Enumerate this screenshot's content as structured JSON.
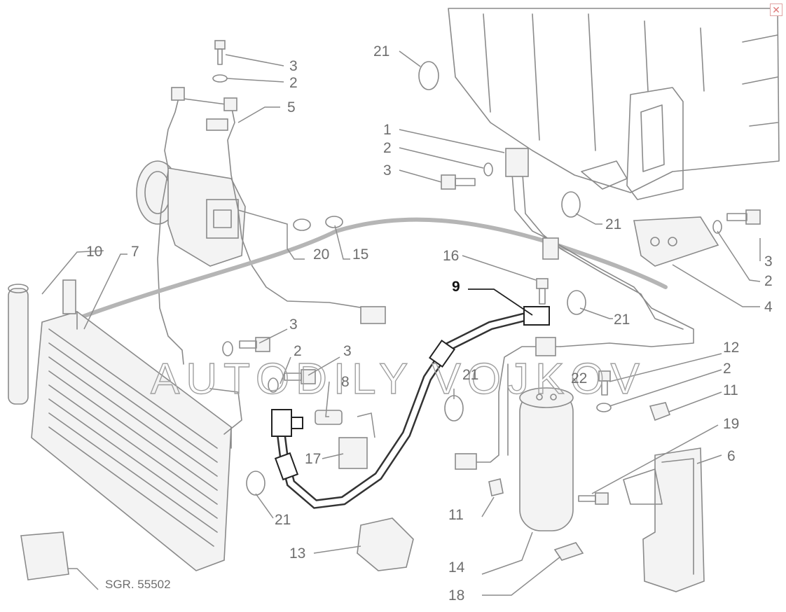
{
  "watermark": "AUTODILY VOJKOV",
  "reference_code": "SGR. 55502",
  "close_icon_glyph": "✕",
  "callouts": {
    "c1": "1",
    "c2a": "2",
    "c2b": "2",
    "c2c": "2",
    "c2d": "2",
    "c2e": "2",
    "c3a": "3",
    "c3b": "3",
    "c3c": "3",
    "c3d": "3",
    "c3e": "3",
    "c4": "4",
    "c5": "5",
    "c6": "6",
    "c7": "7",
    "c8": "8",
    "c9": "9",
    "c10": "10",
    "c11a": "11",
    "c11b": "11",
    "c12": "12",
    "c13": "13",
    "c14": "14",
    "c15": "15",
    "c16": "16",
    "c17": "17",
    "c18": "18",
    "c19": "19",
    "c20": "20",
    "c21a": "21",
    "c21b": "21",
    "c21c": "21",
    "c21d": "21",
    "c21e": "21",
    "c22": "22"
  },
  "colors": {
    "line": "#8a8a8a",
    "hose": "#333333",
    "highlight": "#111111",
    "watermark": "#a0a0a0"
  }
}
